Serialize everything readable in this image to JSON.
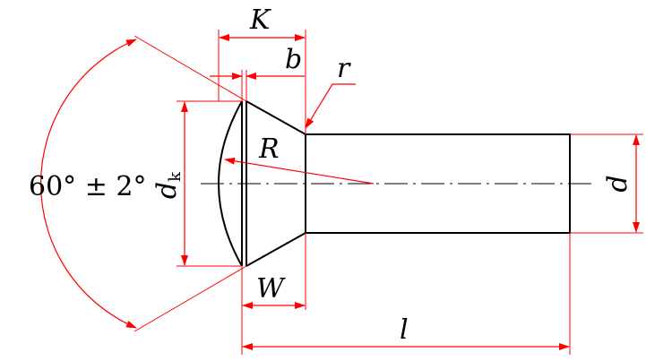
{
  "colors": {
    "outline": "#000000",
    "dimension": "#ff0000",
    "background": "#ffffff"
  },
  "labels": {
    "K": "K",
    "b": "b",
    "r": "r",
    "R": "R",
    "W": "W",
    "l": "l",
    "d": "d",
    "dk_main": "d",
    "dk_sub": "k",
    "angle": "60° ± 2°"
  }
}
